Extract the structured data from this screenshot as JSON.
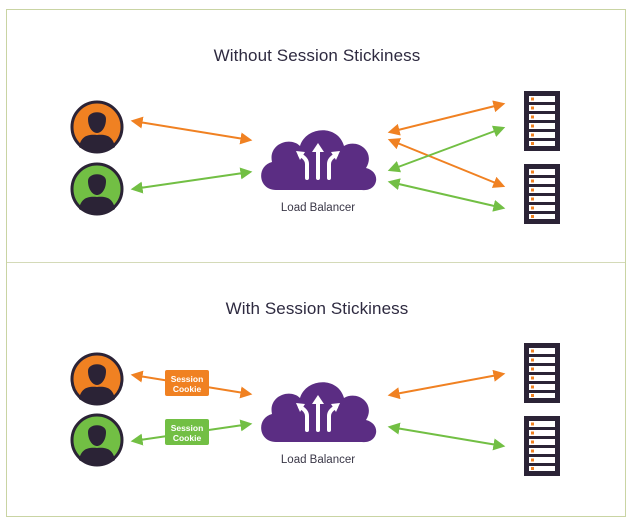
{
  "colors": {
    "orange": "#f08122",
    "green": "#72bf44",
    "purple": "#5b2d83",
    "server_dark": "#2b2336",
    "text": "#2e2a40"
  },
  "panels": [
    {
      "title": "Without Session Stickiness",
      "load_balancer_label": "Load Balancer"
    },
    {
      "title": "With Session Stickiness",
      "load_balancer_label": "Load Balancer",
      "cookies": [
        {
          "line1": "Session",
          "line2": "Cookie",
          "color": "orange"
        },
        {
          "line1": "Session",
          "line2": "Cookie",
          "color": "green"
        }
      ]
    }
  ],
  "icons": [
    "user-icon",
    "load-balancer-cloud-icon",
    "server-icon"
  ]
}
